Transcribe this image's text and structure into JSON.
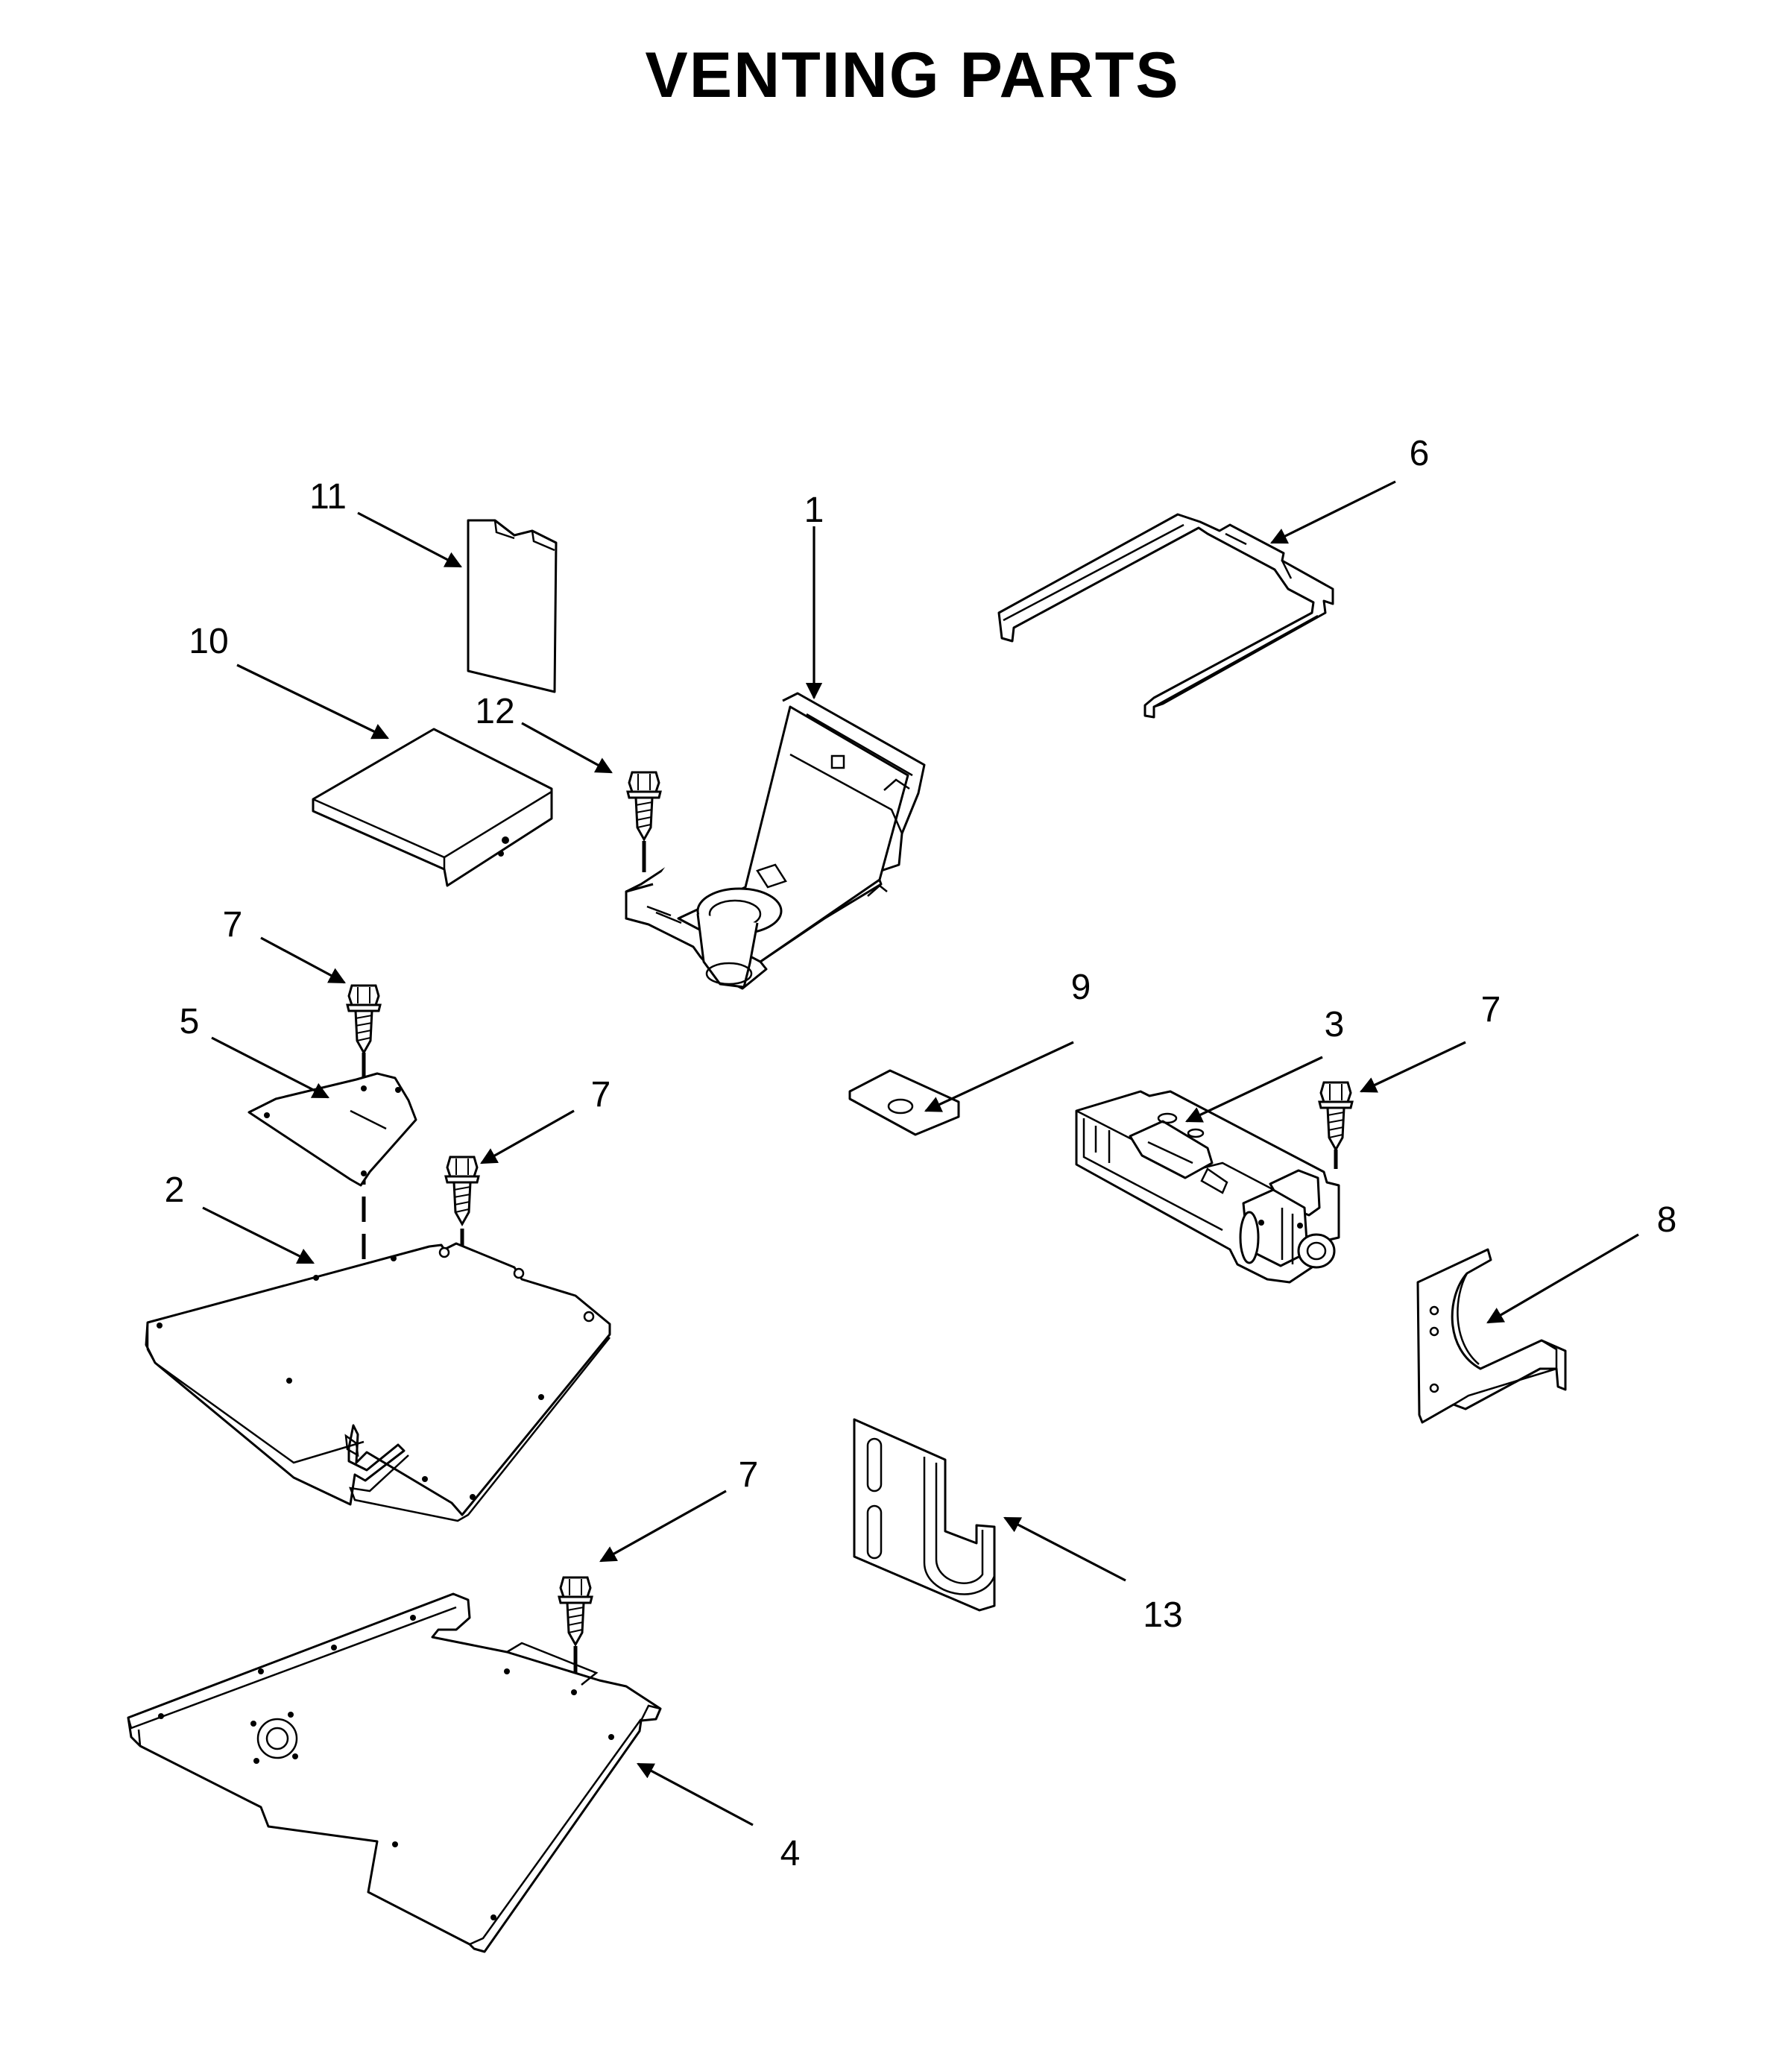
{
  "title": "VENTING PARTS",
  "callouts": [
    {
      "id": "c1",
      "label": "1"
    },
    {
      "id": "c2",
      "label": "2"
    },
    {
      "id": "c3",
      "label": "3"
    },
    {
      "id": "c4",
      "label": "4"
    },
    {
      "id": "c5",
      "label": "5"
    },
    {
      "id": "c6",
      "label": "6"
    },
    {
      "id": "c7a",
      "label": "7"
    },
    {
      "id": "c7b",
      "label": "7"
    },
    {
      "id": "c7c",
      "label": "7"
    },
    {
      "id": "c7d",
      "label": "7"
    },
    {
      "id": "c8",
      "label": "8"
    },
    {
      "id": "c9",
      "label": "9"
    },
    {
      "id": "c10",
      "label": "10"
    },
    {
      "id": "c11",
      "label": "11"
    },
    {
      "id": "c12",
      "label": "12"
    },
    {
      "id": "c13",
      "label": "13"
    }
  ]
}
